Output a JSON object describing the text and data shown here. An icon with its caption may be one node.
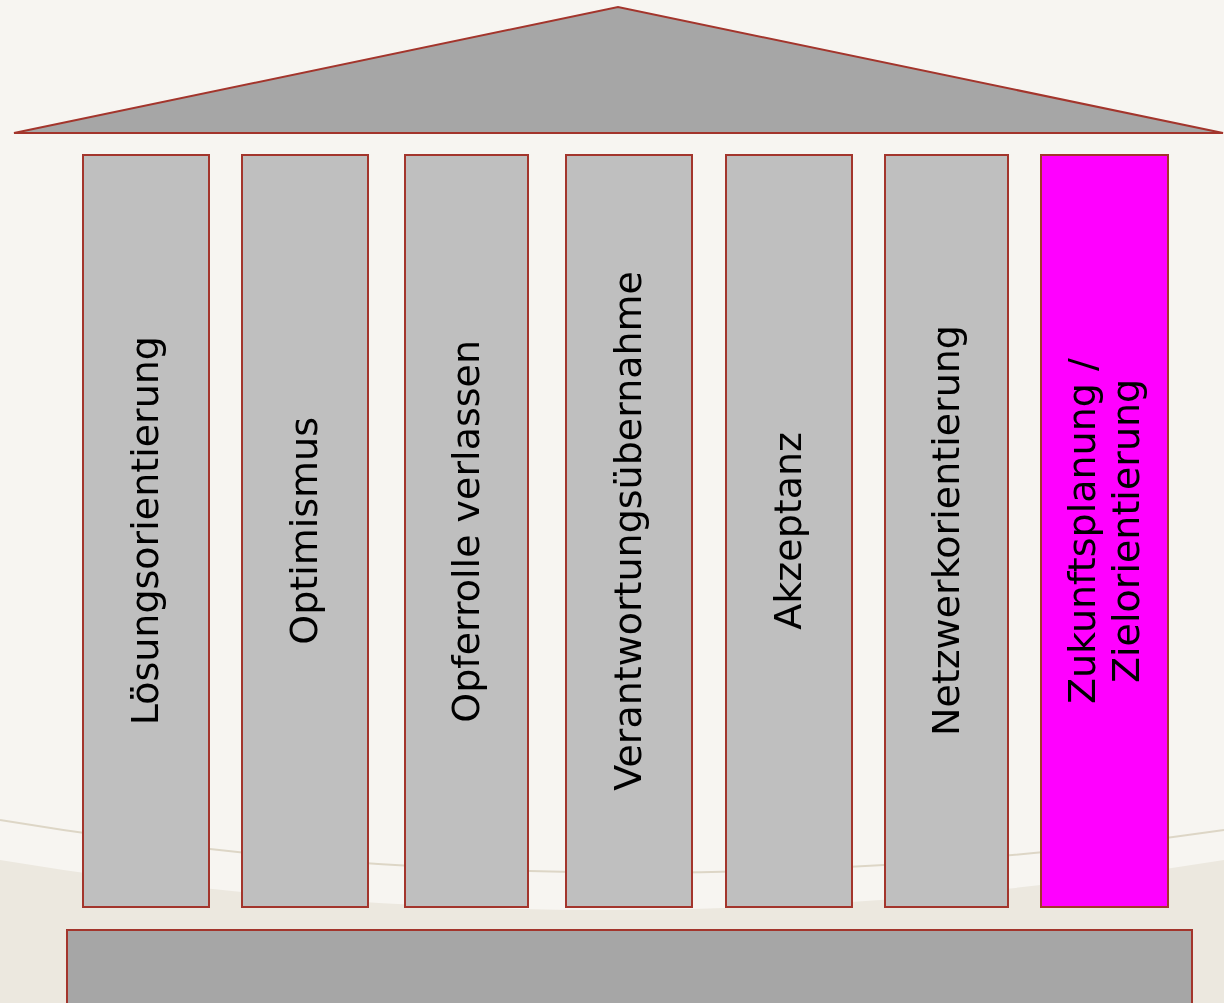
{
  "diagram": {
    "nodes": [
      {
        "text": [],
        "shape": "triangle"
      },
      {
        "text": [
          "Lösungsorientierung"
        ]
      },
      {
        "text": [
          "Optimismus"
        ]
      },
      {
        "text": [
          "Opferrolle verlassen"
        ]
      },
      {
        "text": [
          "Verantwortungsübernahme"
        ]
      },
      {
        "text": [
          "Akzeptanz"
        ]
      },
      {
        "text": [
          "Netzwerkorientierung"
        ]
      },
      {
        "text": [
          "Zukunftsplanung / Zielorientierung"
        ]
      },
      {
        "text": [],
        "shape": "bar"
      }
    ]
  }
}
